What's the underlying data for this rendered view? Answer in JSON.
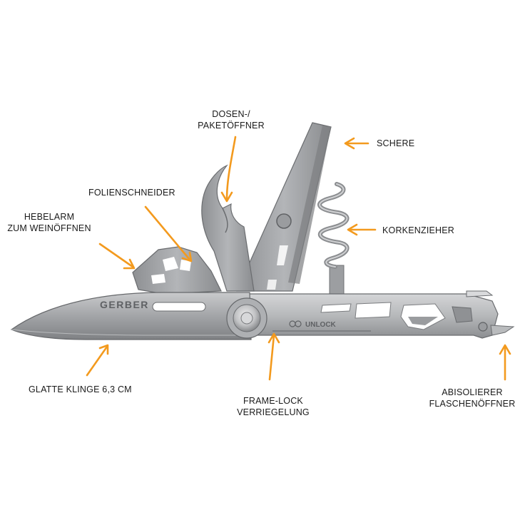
{
  "colors": {
    "arrow": "#f39a1e",
    "steel_light": "#c6c7c9",
    "steel_mid": "#a3a5a7",
    "steel_dark": "#76787b",
    "background": "#ffffff"
  },
  "knife": {
    "brand_mark": "GERBER",
    "unlock_text": "UNLOCK"
  },
  "callouts": {
    "dosen_paket": {
      "lines": [
        "DOSEN-/",
        "PAKETÖFFNER"
      ]
    },
    "schere": {
      "lines": [
        "SCHERE"
      ]
    },
    "folienschneider": {
      "lines": [
        "FOLIENSCHNEIDER"
      ]
    },
    "hebelarm": {
      "lines": [
        "HEBELARM",
        "ZUM WEINÖFFNEN"
      ]
    },
    "korkenzieher": {
      "lines": [
        "KORKENZIEHER"
      ]
    },
    "klinge": {
      "lines": [
        "GLATTE KLINGE 6,3 CM"
      ]
    },
    "frame_lock": {
      "lines": [
        "FRAME-LOCK",
        "VERRIEGELUNG"
      ]
    },
    "abisolierer": {
      "lines": [
        "ABISOLIERER",
        "FLASCHENÖFFNER"
      ]
    }
  }
}
